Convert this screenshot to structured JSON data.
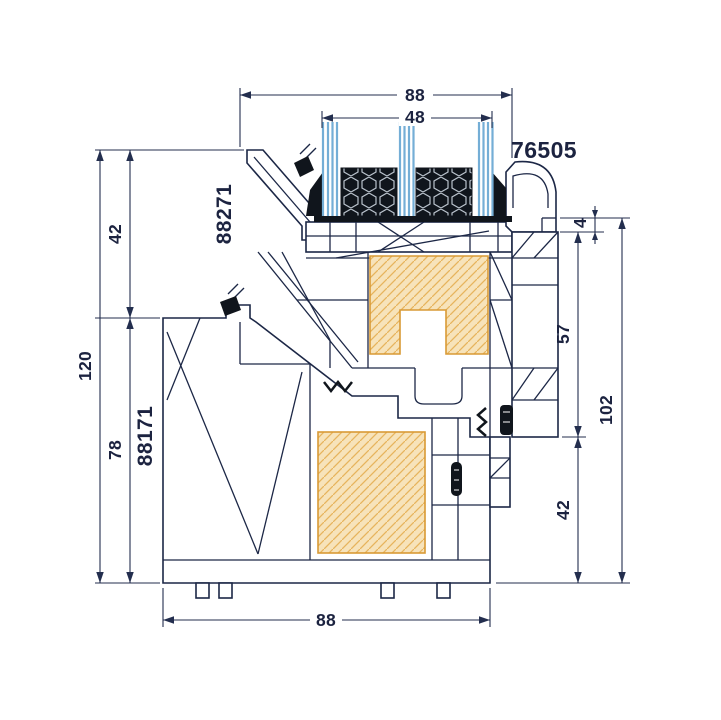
{
  "drawing": {
    "title": "window-profile-cross-section",
    "labels": {
      "bead_part": "76505",
      "sash_part": "88271",
      "frame_part": "88171"
    },
    "dimensions": {
      "top_overall": "88",
      "glazing_width": "48",
      "left_upper": "42",
      "left_total": "120",
      "left_lower": "78",
      "right_step": "4",
      "right_sash": "57",
      "right_total": "102",
      "right_lower": "42",
      "bottom_overall": "88"
    },
    "colors": {
      "outline": "#1c2746",
      "dimension": "#232e4e",
      "text": "#1c2340",
      "glazing": "#74aed6",
      "gasket": "#10151c",
      "hex_line": "#b9c2cc",
      "steel_fill": "#f7e3ba",
      "steel_hatch": "#e7b45c",
      "steel_stroke": "#d99a35"
    }
  }
}
